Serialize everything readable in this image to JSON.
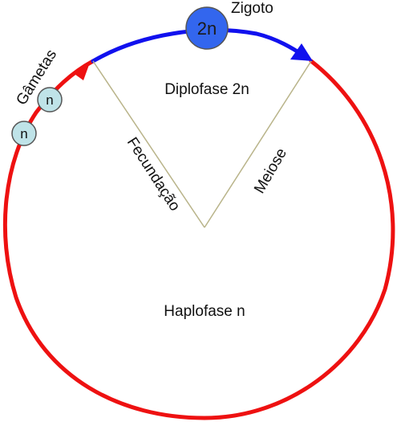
{
  "labels": {
    "zygote": "Zigoto",
    "zygote_ploidy": "2n",
    "gametes": "Gâmetas",
    "gamete_ploidy": "n",
    "diplophase": "Diplofase 2n",
    "haplophase": "Haplofase n",
    "fertilization": "Fecundação",
    "meiosis": "Meiose"
  },
  "colors": {
    "haplophase_arc": "#ee1111",
    "diplophase_arc": "#1111ee",
    "zygote_fill": "#3366ee",
    "gamete_fill": "#bfe3e8",
    "divider_line": "#b9b48a",
    "cell_stroke": "#555555"
  },
  "icons": {
    "cycle_direction": "arrowhead"
  }
}
